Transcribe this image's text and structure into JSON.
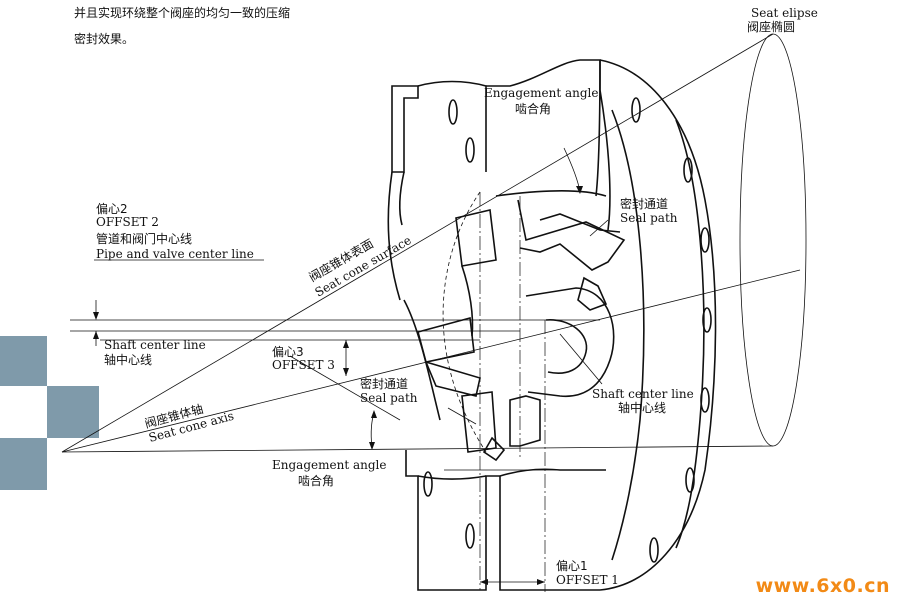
{
  "intro_text": {
    "line1": "并且实现环绕整个阀座的均匀一致的压缩",
    "line2": "密封效果。"
  },
  "labels": {
    "seat_elipse_en": "Seat elipse",
    "seat_elipse_cn": "阀座椭圆",
    "engagement_angle_top_en": "Engagement angle",
    "engagement_angle_top_cn": "啮合角",
    "seal_path_top_cn": "密封通道",
    "seal_path_top_en": "Seal path",
    "offset2_cn": "偏心2",
    "offset2_en": "OFFSET 2",
    "pipe_center_cn": "管道和阀门中心线",
    "pipe_center_en": "Pipe and valve center line",
    "seat_cone_surface_cn": "阀座锥体表面",
    "seat_cone_surface_en": "Seat cone surface",
    "shaft_center_left_en": "Shaft center line",
    "shaft_center_left_cn": "轴中心线",
    "offset3_cn": "偏心3",
    "offset3_en": "OFFSET 3",
    "seal_path_mid_cn": "密封通道",
    "seal_path_mid_en": "Seal path",
    "shaft_center_right_en": "Shaft center line",
    "shaft_center_right_cn": "轴中心线",
    "seat_cone_axis_cn": "阀座锥体轴",
    "seat_cone_axis_en": "Seat cone axis",
    "engagement_angle_bottom_en": "Engagement angle",
    "engagement_angle_bottom_cn": "啮合角",
    "offset1_cn": "偏心1",
    "offset1_en": "OFFSET 1"
  },
  "watermark": "www.6x0.cn",
  "colors": {
    "line": "#111111",
    "checker": "#7f9aaa",
    "watermark": "#f28a16",
    "background": "#ffffff"
  }
}
